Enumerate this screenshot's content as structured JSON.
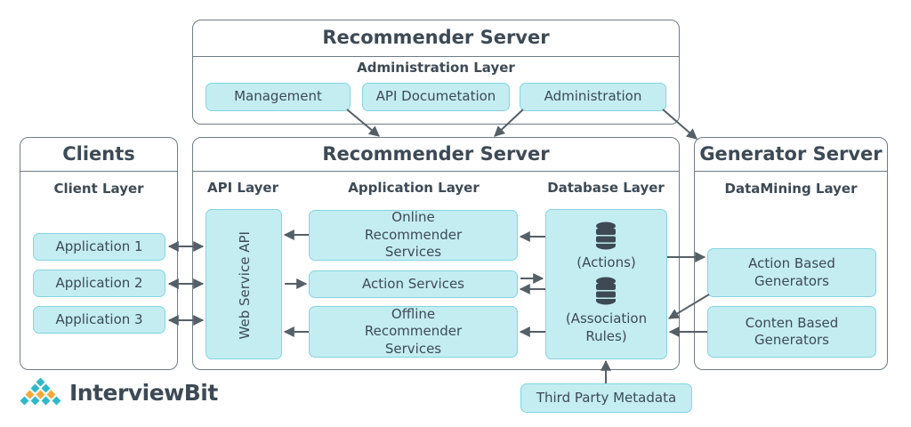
{
  "top_panel": {
    "title": "Recommender Server",
    "layer": "Administration Layer",
    "items": [
      "Management",
      "API Documetation",
      "Administration"
    ]
  },
  "clients_panel": {
    "title": "Clients",
    "layer": "Client Layer",
    "items": [
      "Application 1",
      "Application 2",
      "Application 3"
    ]
  },
  "main_panel": {
    "title": "Recommender Server",
    "api_layer": "API Layer",
    "app_layer": "Application Layer",
    "db_layer": "Database Layer",
    "web_service": "Web Service API",
    "services": [
      "Online Recommender Services",
      "Action Services",
      "Offline Recommender Services"
    ],
    "db_items": [
      "(Actions)",
      "(Association Rules)"
    ]
  },
  "generator_panel": {
    "title": "Generator Server",
    "layer": "DataMining Layer",
    "items": [
      "Action Based Generators",
      "Conten Based Generators"
    ]
  },
  "third_party": "Third Party Metadata",
  "logo": "InterviewBit",
  "colors": {
    "box_fill": "#c4edf2",
    "box_border": "#83d5df",
    "text": "#3d4a55",
    "border": "#6f7b84"
  }
}
